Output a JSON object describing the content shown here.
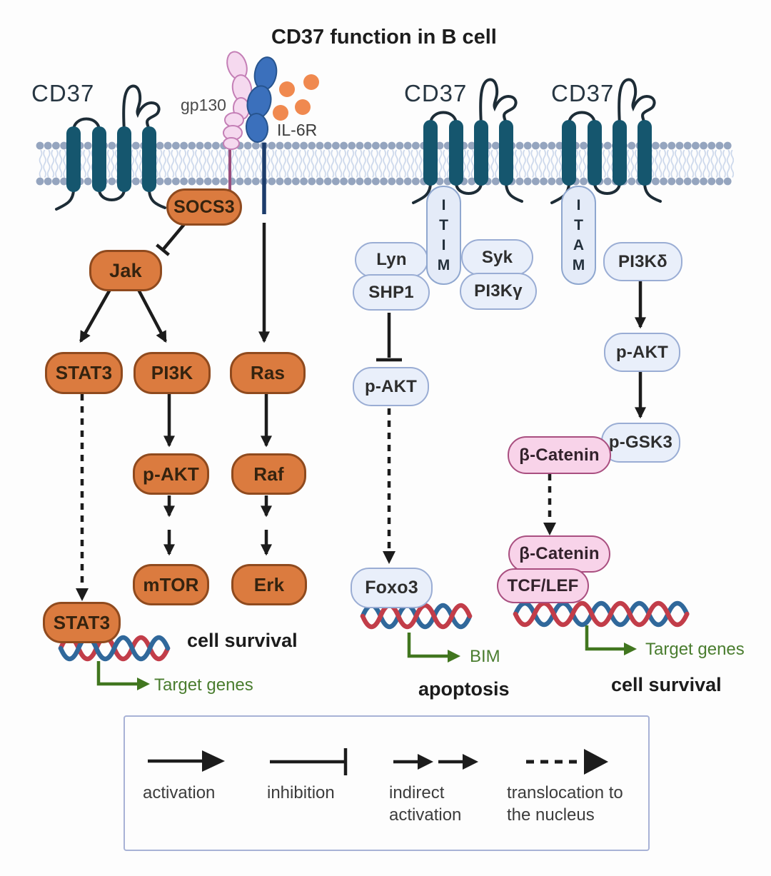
{
  "title": "CD37 function in B cell",
  "receptors": {
    "cd37_left": "CD37",
    "cd37_mid": "CD37",
    "cd37_right": "CD37",
    "gp130": "gp130",
    "il6r": "IL-6R"
  },
  "motifs": {
    "itim": [
      "I",
      "T",
      "I",
      "M"
    ],
    "itam": [
      "I",
      "T",
      "A",
      "M"
    ]
  },
  "nodes": {
    "socs3": "SOCS3",
    "jak": "Jak",
    "stat3": "STAT3",
    "pi3k": "PI3K",
    "ras": "Ras",
    "p_akt_left": "p-AKT",
    "raf": "Raf",
    "mtor": "mTOR",
    "erk": "Erk",
    "stat3_nucleus": "STAT3",
    "lyn": "Lyn",
    "shp1": "SHP1",
    "syk": "Syk",
    "pi3k_gamma": "PI3Kγ",
    "p_akt_mid": "p-AKT",
    "foxo3": "Foxo3",
    "pi3k_delta": "PI3Kδ",
    "p_akt_right": "p-AKT",
    "p_gsk3": "p-GSK3",
    "b_catenin_top": "β-Catenin",
    "b_catenin_bottom": "β-Catenin",
    "tcf_lef": "TCF/LEF"
  },
  "outcomes": {
    "cell_survival_left": "cell survival",
    "target_genes_left": "Target genes",
    "bim": "BIM",
    "apoptosis": "apoptosis",
    "target_genes_right": "Target genes",
    "cell_survival_right": "cell survival"
  },
  "legend": {
    "items": [
      {
        "symbol": "activation-arrow",
        "label": "activation"
      },
      {
        "symbol": "inhibition-bar",
        "label": "inhibition"
      },
      {
        "symbol": "double-arrow",
        "label": "indirect\nactivation"
      },
      {
        "symbol": "dashed-arrow",
        "label": "translocation to\nthe nucleus"
      }
    ]
  },
  "colors": {
    "membrane_protein_teal": "#15566E",
    "orange_node": "#DB7B3F",
    "orange_border": "#8F4A1E",
    "light_blue_node": "#E9EFFA",
    "light_blue_border": "#9AADD4",
    "pink_node": "#F8D3E9",
    "pink_border": "#A94F80",
    "gp130_pink": "#F5D9EF",
    "il6r_blue": "#3B70BC",
    "il6_ligand_orange": "#F0894F",
    "dna_red": "#C23D49",
    "dna_blue": "#30689B",
    "green_arrow": "#41761F",
    "legend_border": "#A8B2D6",
    "membrane_head": "#95A5BF"
  }
}
